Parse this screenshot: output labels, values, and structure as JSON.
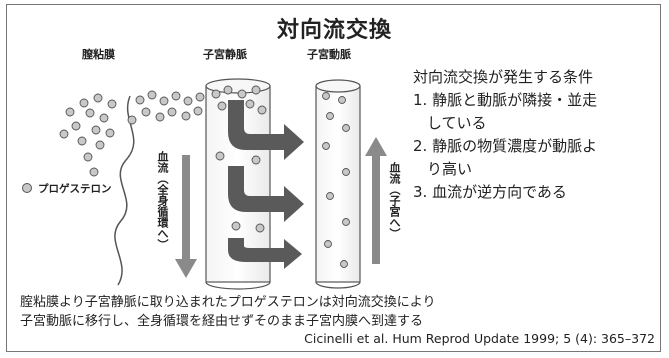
{
  "title": "対向流交換",
  "labels": {
    "endometrium": "膣粘膜",
    "uterine_vein": "子宮静脈",
    "uterine_artery": "子宮動脈",
    "flow_down": "血流（全身循環へ）",
    "flow_up": "血流（子宮へ）"
  },
  "legend": {
    "progesterone": "プロゲステロン"
  },
  "conditions": {
    "heading": "対向流交換が発生する条件",
    "items": [
      {
        "line1": "1. 静脈と動脈が隣接・並走",
        "line2": "している"
      },
      {
        "line1": "2. 静脈の物質濃度が動脈よ",
        "line2": "り高い"
      },
      {
        "line1": "3. 血流が逆方向である",
        "line2": ""
      }
    ]
  },
  "caption": {
    "line1": "腟粘膜より子宮静脈に取り込まれたプロゲステロンは対向流交換により",
    "line2": "子宮動脈に移行し、全身循環を経由せずそのまま子宮内膜へ到達する"
  },
  "citation": "Cicinelli et al. Hum Reprod Update 1999; 5 (4): 365–372"
}
